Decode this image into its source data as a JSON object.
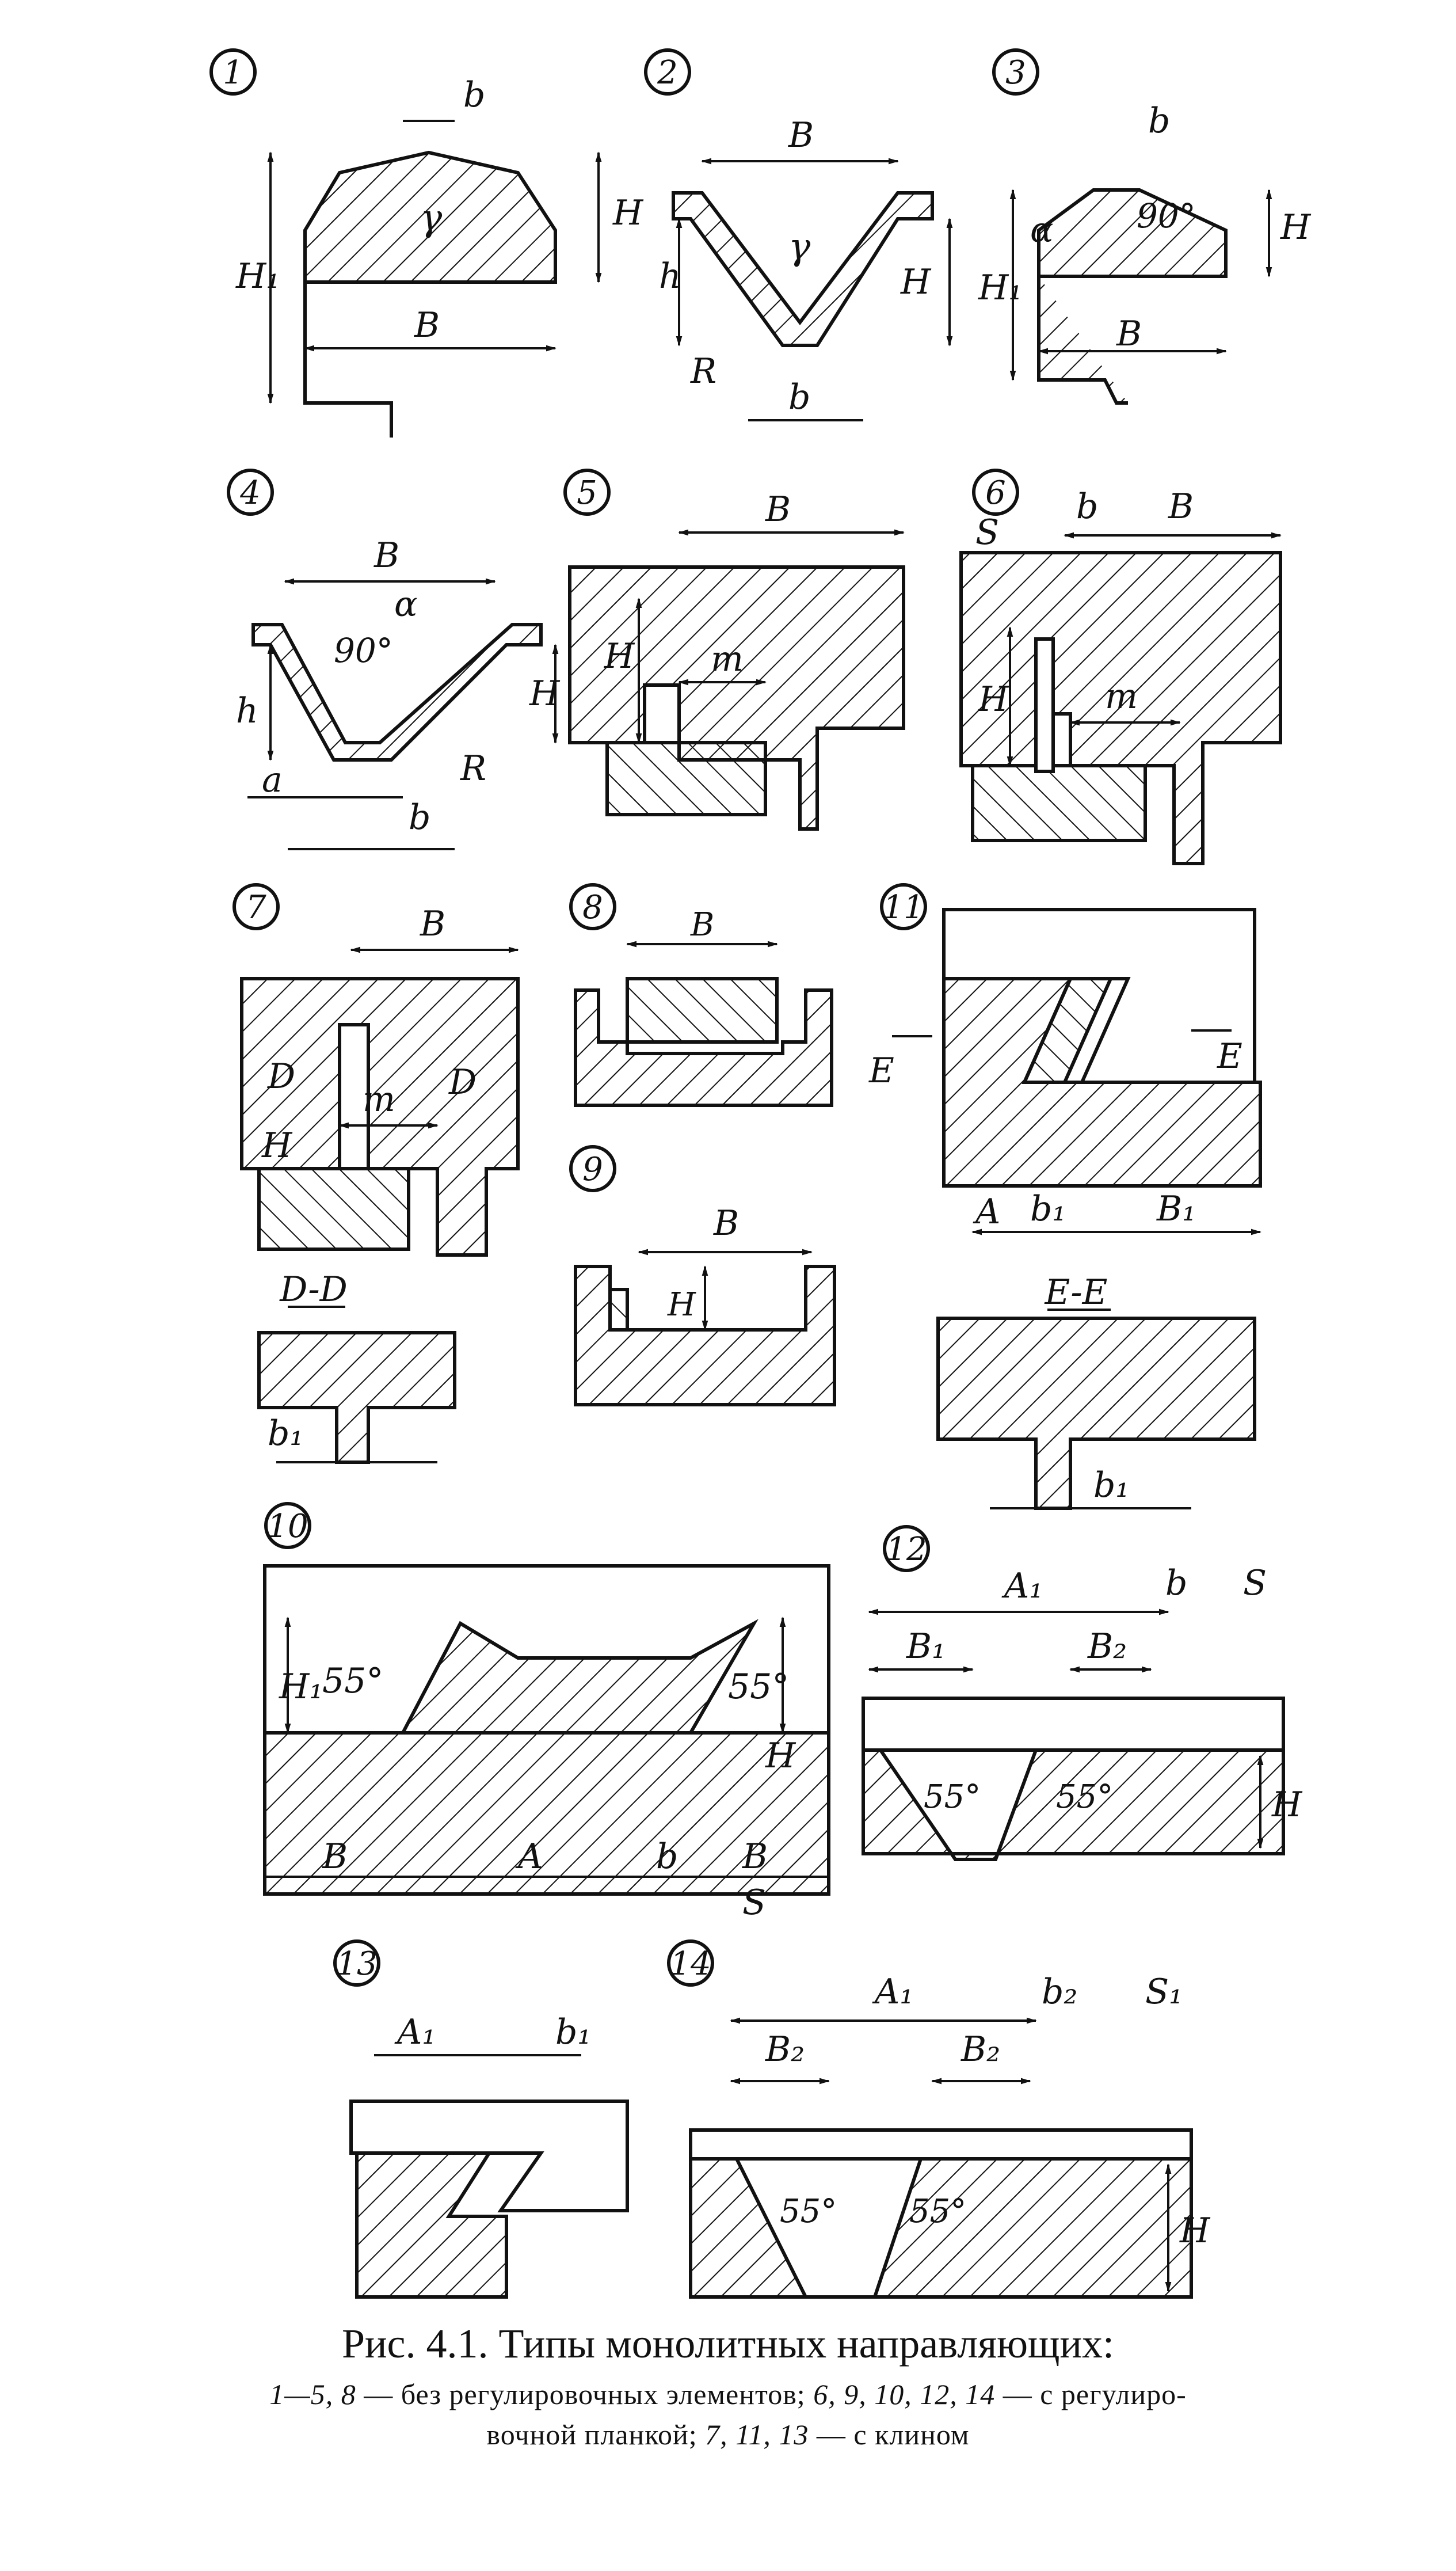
{
  "figures": [
    {
      "number": "1",
      "labels": [
        "b",
        "γ",
        "H₁",
        "H",
        "B"
      ]
    },
    {
      "number": "2",
      "labels": [
        "B",
        "γ",
        "h",
        "H",
        "R",
        "b"
      ]
    },
    {
      "number": "3",
      "labels": [
        "b",
        "α",
        "90°",
        "H₁",
        "H",
        "B"
      ]
    },
    {
      "number": "4",
      "labels": [
        "B",
        "α",
        "90°",
        "h",
        "H",
        "a",
        "R",
        "b"
      ]
    },
    {
      "number": "5",
      "labels": [
        "B",
        "H",
        "m"
      ]
    },
    {
      "number": "6",
      "labels": [
        "S",
        "b",
        "B",
        "H",
        "m"
      ]
    },
    {
      "number": "7",
      "labels": [
        "B",
        "D",
        "m",
        "D",
        "H"
      ]
    },
    {
      "number": "8",
      "labels": [
        "B"
      ]
    },
    {
      "number": "9",
      "labels": [
        "B",
        "H"
      ]
    },
    {
      "number": "10",
      "labels": [
        "H₁",
        "55°",
        "55°",
        "H",
        "B",
        "A",
        "b",
        "B",
        "S"
      ]
    },
    {
      "number": "11",
      "labels": [
        "E",
        "E",
        "A",
        "b₁",
        "B₁"
      ]
    },
    {
      "number": "12",
      "labels": [
        "A₁",
        "b",
        "S",
        "B₁",
        "B₂",
        "55°",
        "55°",
        "H"
      ]
    },
    {
      "number": "13",
      "labels": [
        "A₁",
        "b₁"
      ]
    },
    {
      "number": "14",
      "labels": [
        "A₁",
        "b₂",
        "S₁",
        "B₂",
        "B₂",
        "55°",
        "55°",
        "H"
      ]
    }
  ],
  "sections": {
    "dd": {
      "title": "D-D",
      "label": "b₁"
    },
    "ee": {
      "title": "E-E",
      "label": "b₁"
    }
  },
  "caption": {
    "title": "Рис. 4.1. Типы монолитных направляющих:",
    "line1_nums_a": "1—5, 8",
    "line1_text_a": " — без регулировочных элементов; ",
    "line1_nums_b": "6, 9, 10, 12, 14",
    "line1_text_b": " — с регулиро-",
    "line2_text_a": "вочной планкой; ",
    "line2_nums": "7, 11, 13",
    "line2_text_b": " — с клином"
  }
}
